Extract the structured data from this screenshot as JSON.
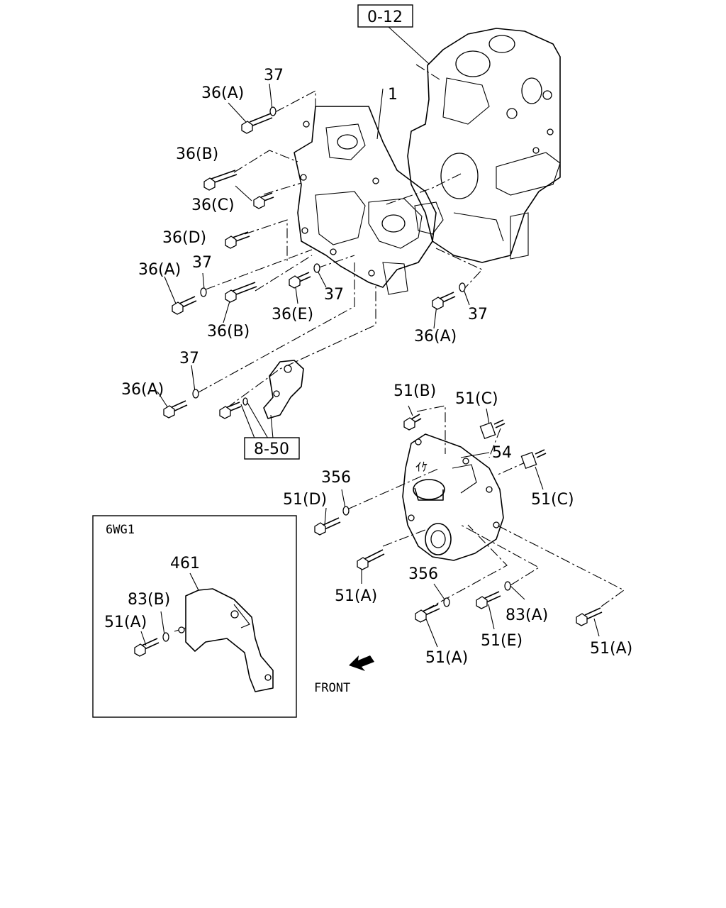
{
  "inset_title": "6WG1",
  "front_label": "FRONT",
  "refs": {
    "r0_12": "0-12",
    "r8_50": "8-50"
  },
  "labels": {
    "p1": "1",
    "p37_a": "37",
    "p36A_a": "36(A)",
    "p36B_a": "36(B)",
    "p36C": "36(C)",
    "p36D": "36(D)",
    "p36A_b": "36(A)",
    "p37_b": "37",
    "p37_c": "37",
    "p36B_b": "36(B)",
    "p36E": "36(E)",
    "p37_d": "37",
    "p36A_c": "36(A)",
    "p37_e": "37",
    "p36A_d": "36(A)",
    "p51B": "51(B)",
    "p51C_a": "51(C)",
    "p54": "54",
    "p356_a": "356",
    "p51D": "51(D)",
    "p51C_b": "51(C)",
    "p51A_a": "51(A)",
    "p356_b": "356",
    "p83A": "83(A)",
    "p51E": "51(E)",
    "p51A_b": "51(A)",
    "p51A_c": "51(A)",
    "p461": "461",
    "p83B": "83(B)",
    "p51A_d": "51(A)"
  }
}
